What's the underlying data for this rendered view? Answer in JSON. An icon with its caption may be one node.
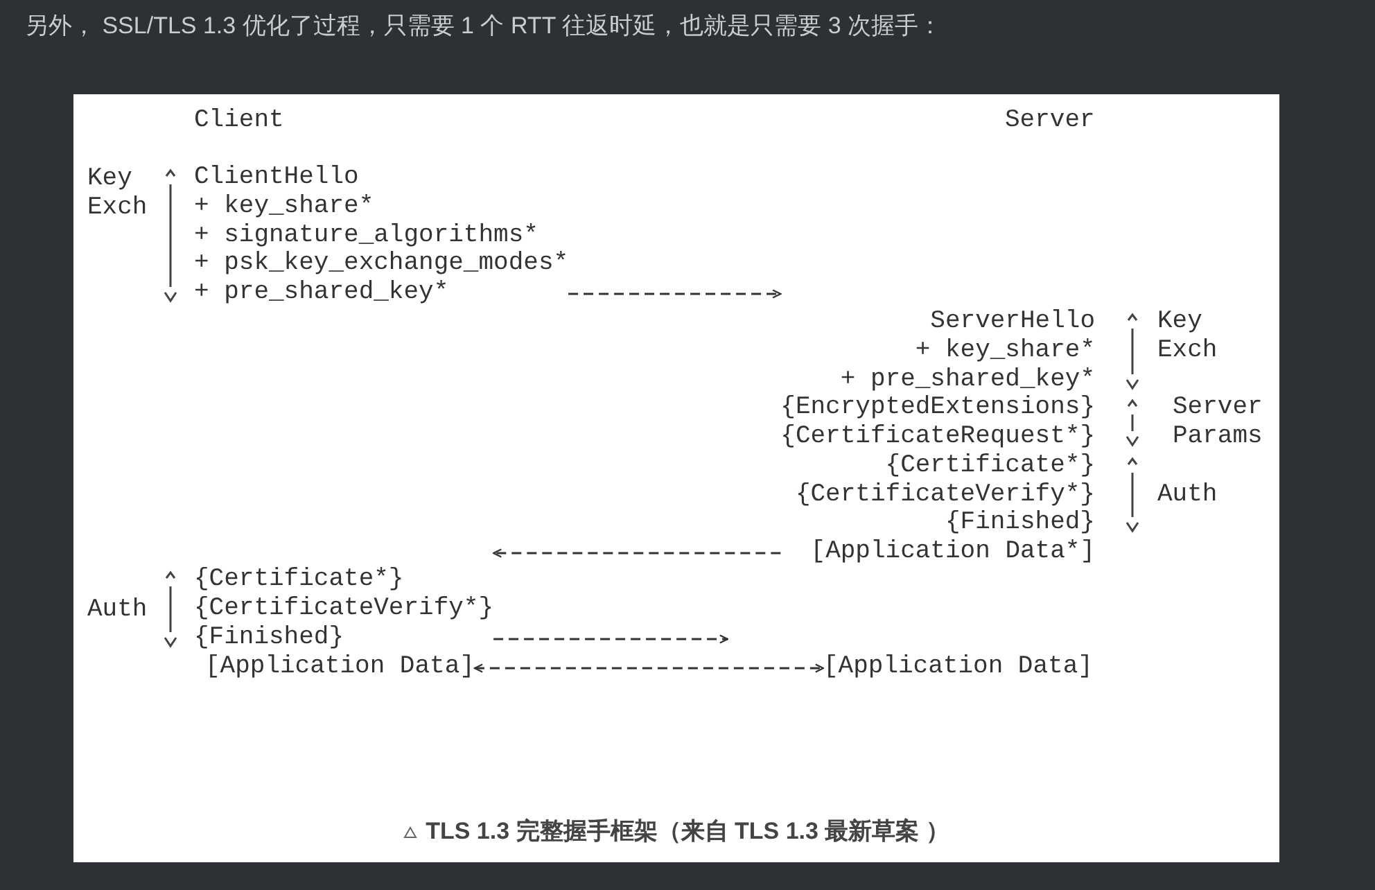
{
  "diagram": {
    "title": "另外， SSL/TLS 1.3 优化了过程，只需要 1 个 RTT 往返时延，也就是只需要 3 次握手：",
    "caption": "TLS 1.3 完整握手框架（来自 TLS 1.3 最新草案 ）",
    "nodes": [
      {
        "text": [
          "ClientHello",
          "+ key_share*",
          "+ signature_algorithms*",
          "+ psk_key_exchange_modes*",
          "+ pre_shared_key*"
        ]
      },
      {
        "text": [
          "ServerHello",
          "+ key_share*",
          "+ pre_shared_key*",
          "{EncryptedExtensions}",
          "{CertificateRequest*}",
          "{Certificate*}",
          "{CertificateVerify*}",
          "{Finished}",
          "[Application Data*]"
        ]
      },
      {
        "text": [
          "{Certificate*}",
          "{CertificateVerify*}",
          "{Finished}"
        ]
      },
      {
        "text": [
          "[Application Data]"
        ]
      },
      {
        "text": [
          "[Application Data]"
        ]
      }
    ],
    "edges": [
      {
        "from": 0,
        "to": 1,
        "arrow": "to"
      },
      {
        "from": 1,
        "to": 2,
        "arrow": "to"
      },
      {
        "from": 2,
        "to": null,
        "arrow": "to"
      },
      {
        "from": 3,
        "to": 4,
        "arrow": "both"
      }
    ],
    "labels": [
      "Client",
      "Server",
      "Key Exch",
      "Key Exch",
      "Server Params",
      "Auth",
      "Auth"
    ]
  }
}
